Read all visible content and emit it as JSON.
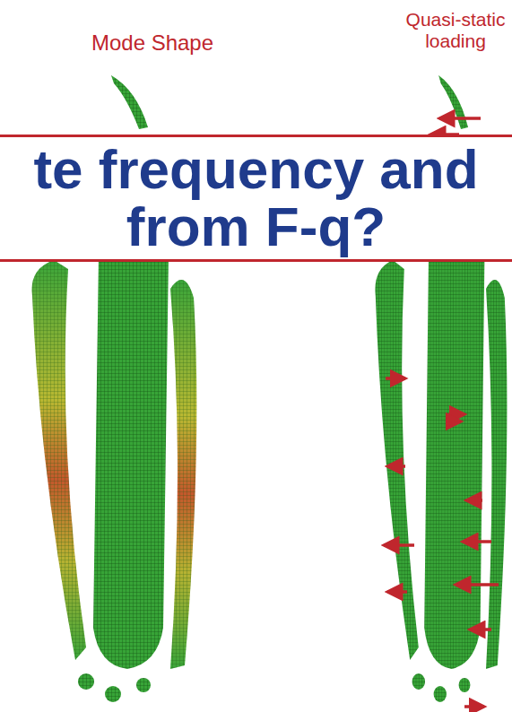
{
  "diagram": {
    "nodes": [
      {
        "text": [
          "te frequency and from F-q?"
        ]
      }
    ],
    "labels": [
      "Mode Shape",
      "Quasi-static loading"
    ]
  }
}
